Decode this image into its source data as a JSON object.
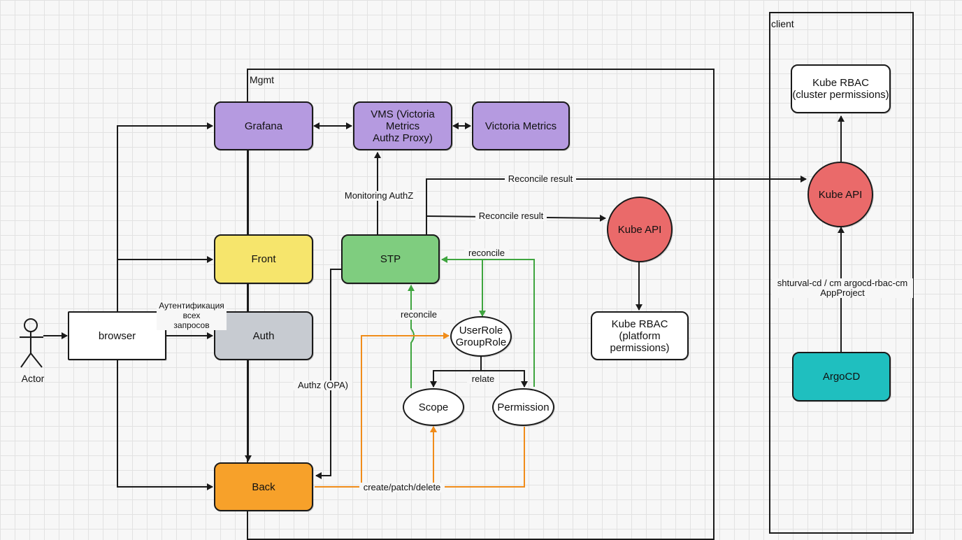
{
  "colors": {
    "grafana": "#b59ae0",
    "vms": "#b59ae0",
    "victoria": "#b59ae0",
    "front": "#f6e56c",
    "auth": "#c7cbd1",
    "back": "#f7a12a",
    "stp": "#7fcd7f",
    "kube_api": "#ea6a6a",
    "argocd": "#1fbfbf",
    "white": "#ffffff",
    "green_arrow": "#3fa53f",
    "orange_arrow": "#f08c1a"
  },
  "frames": {
    "mgmt": "Mgmt",
    "client": "client"
  },
  "actor": {
    "label": "Actor"
  },
  "nodes": {
    "browser": "browser",
    "grafana": "Grafana",
    "vms": "VMS (Victoria Metrics\nAuthz Proxy)",
    "victoria": "Victoria Metrics",
    "front": "Front",
    "auth": "Auth",
    "back": "Back",
    "stp": "STP",
    "userrole": "UserRole\nGroupRole",
    "scope": "Scope",
    "permission": "Permission",
    "kube_api_mgmt": "Kube API",
    "kube_rbac_platform": "Kube RBAC\n(platform\npermissions)",
    "kube_rbac_cluster": "Kube RBAC\n(cluster permissions)",
    "kube_api_client": "Kube API",
    "argocd": "ArgoCD"
  },
  "edge_labels": {
    "auth_all": "Аутентификация\nвсех\nзапросов",
    "monitoring_authz": "Monitoring AuthZ",
    "reconcile_result_client": "Reconcile result",
    "reconcile_result_mgmt": "Reconcile result",
    "reconcile_top": "reconcile",
    "reconcile_left": "reconcile",
    "relate": "relate",
    "authz_opa": "Authz (OPA)",
    "create_patch_delete": "create/patch/delete",
    "shturval": "shturval-cd / cm argocd-rbac-cm\nAppProject"
  }
}
